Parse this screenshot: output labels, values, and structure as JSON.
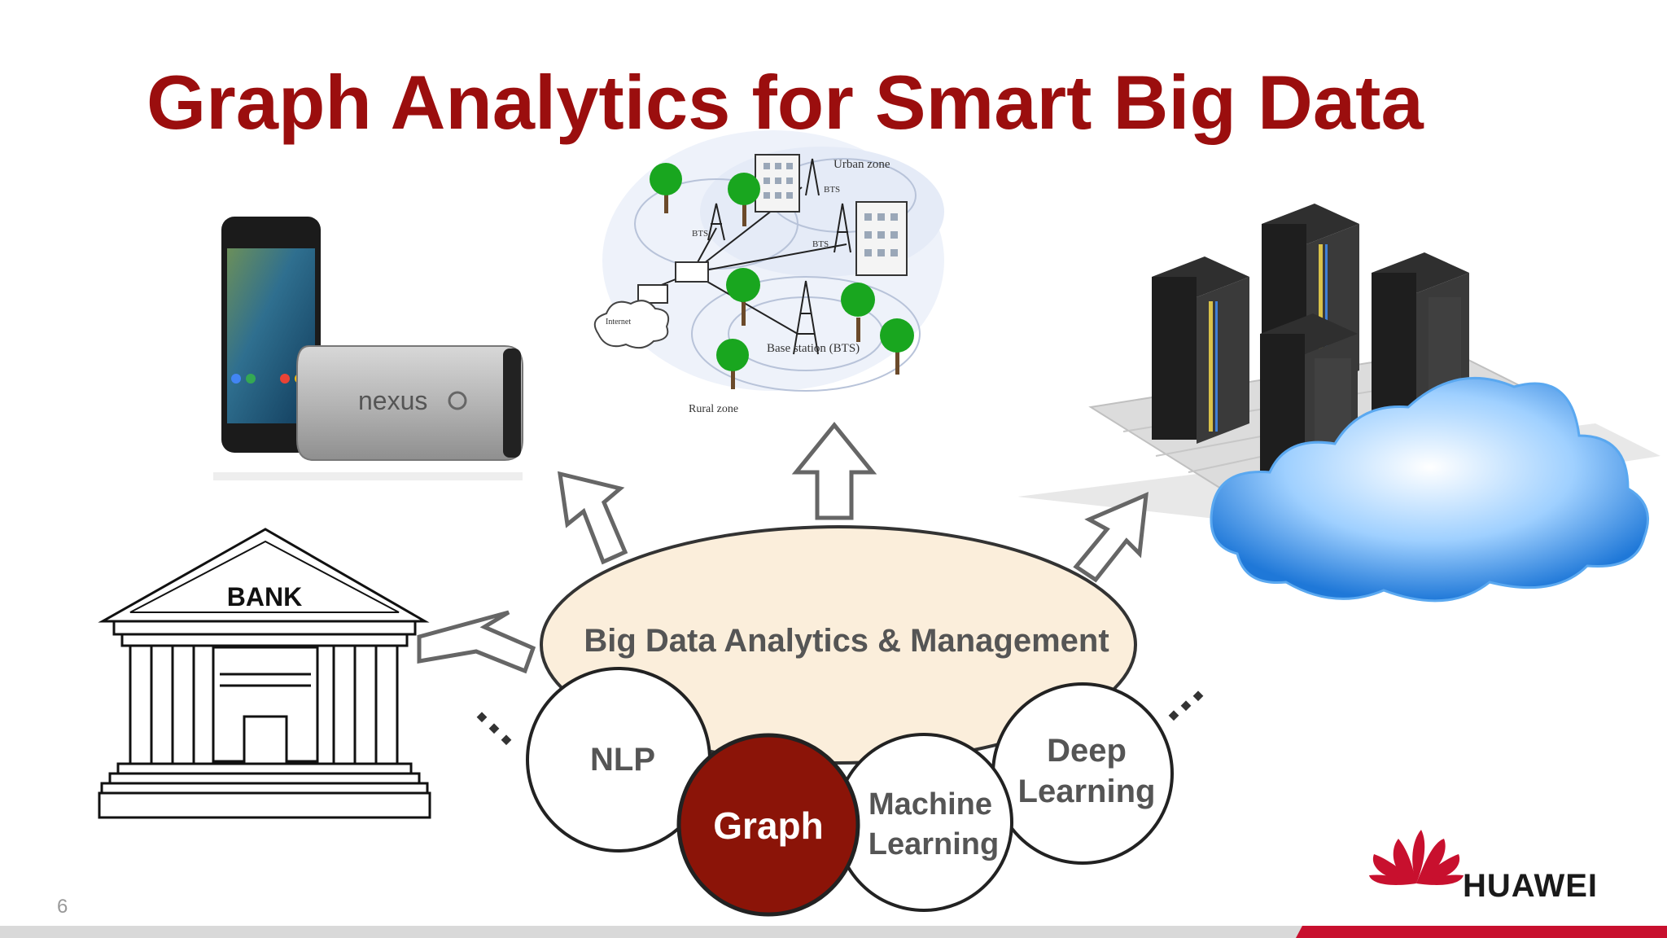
{
  "slide": {
    "title": "Graph Analytics for Smart Big Data",
    "page_number": "6"
  },
  "brand": {
    "name": "HUAWEI",
    "color": "#c8102e"
  },
  "bank": {
    "sign": "BANK"
  },
  "phone": {
    "brand_text": "nexus"
  },
  "network": {
    "urban_zone": "Urban zone",
    "rural_zone": "Rural zone",
    "base_station": "Base station (BTS)",
    "bts": "BTS",
    "internet": "Internet"
  },
  "hub": {
    "label": "Big Data Analytics & Management"
  },
  "techniques": {
    "nlp": "NLP",
    "graph": "Graph",
    "machine_learning_1": "Machine",
    "machine_learning_2": "Learning",
    "deep_learning_1": "Deep",
    "deep_learning_2": "Learning"
  },
  "colors": {
    "title": "#9b0e0e",
    "graph_fill": "#8b1408",
    "hub_fill": "#fbeedb",
    "cloud": "#3b8fe0",
    "footer_bar": "#d9d9d9",
    "footer_accent": "#c8102e"
  }
}
